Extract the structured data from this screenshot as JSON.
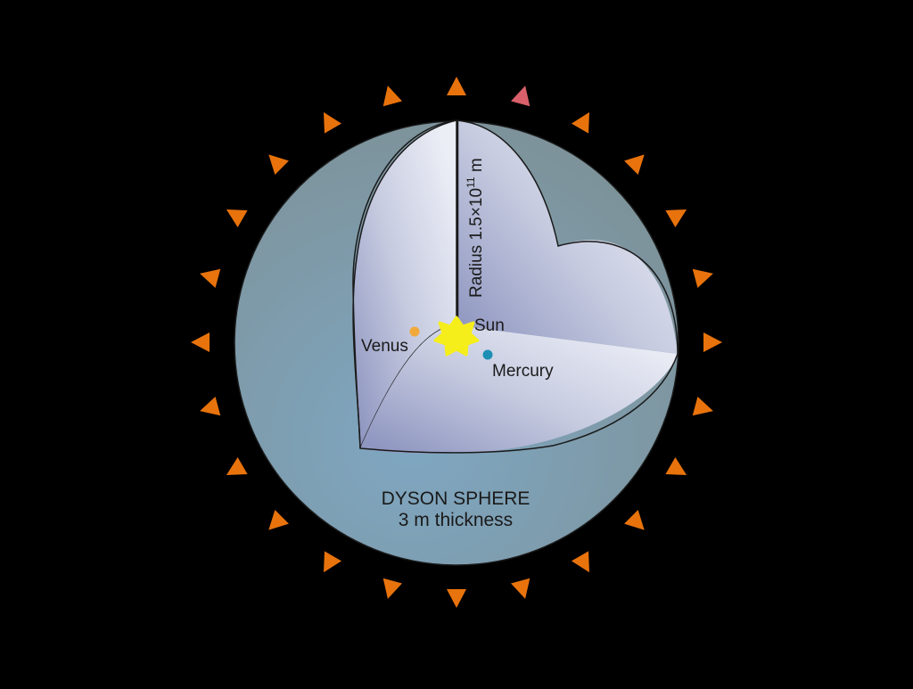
{
  "colors": {
    "background": "#000000",
    "shell": "#7f9fb0",
    "interior_light": "#e6e8f2",
    "interior_dark": "#9aa0c8",
    "arrow": "#e8730c",
    "arrow_highlight": "#d9606a",
    "sun": "#f5ee1a",
    "venus": "#f2a93b",
    "mercury": "#1d8fb5",
    "outline": "#1a1a1a"
  },
  "labels": {
    "radius_prefix": "Radius 1.5×10",
    "radius_exponent": "11",
    "radius_unit": " m",
    "sun": "Sun",
    "venus": "Venus",
    "mercury": "Mercury",
    "sphere_title": "DYSON SPHERE",
    "sphere_subtitle": "3 m thickness"
  },
  "radiation_arrows": {
    "count": 24,
    "highlighted_index": 1,
    "icon": "radiation-arrow-icon"
  }
}
